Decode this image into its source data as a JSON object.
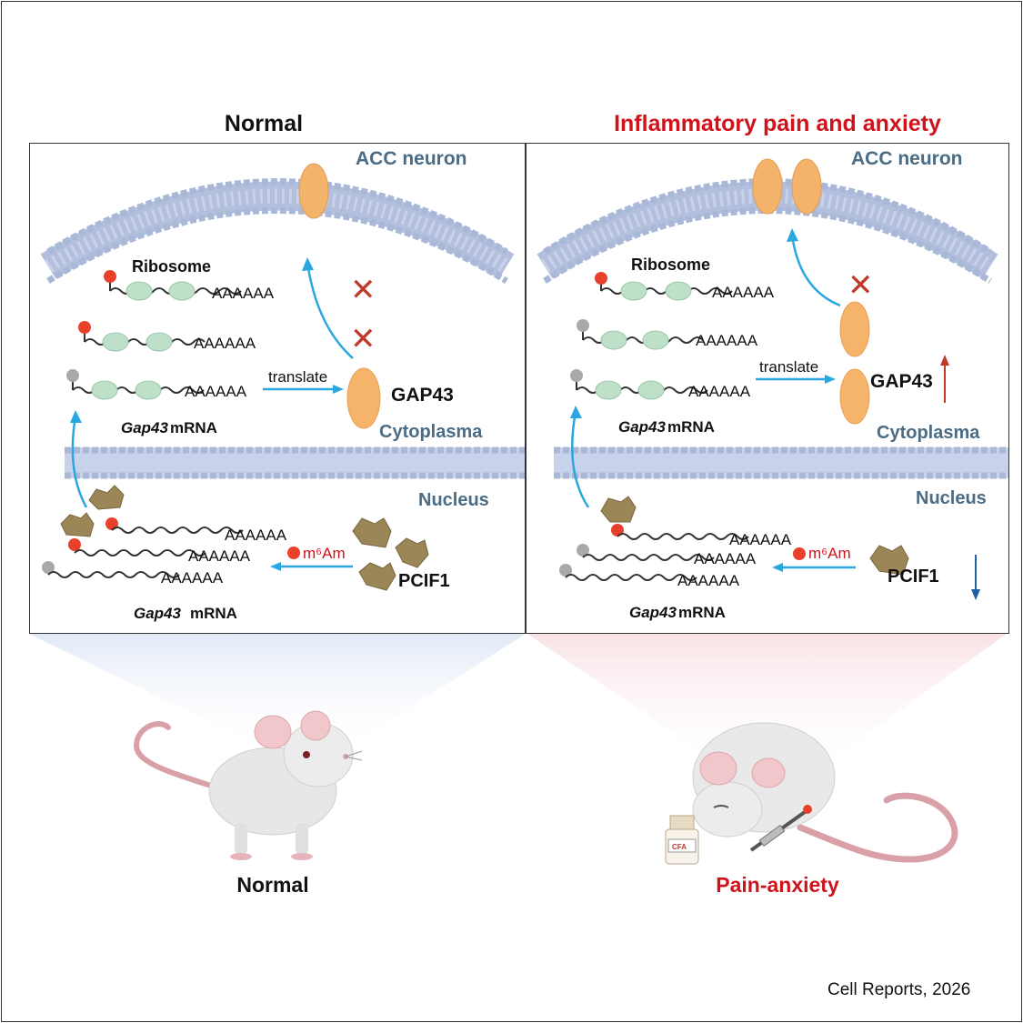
{
  "left": {
    "heading": "Normal",
    "acc": "ACC neuron",
    "ribosome": "Ribosome",
    "translate": "translate",
    "gap43": "GAP43",
    "gap43_mrna_italic": "Gap43",
    "mrna": " mRNA",
    "cytoplasma": "Cytoplasma",
    "nucleus": "Nucleus",
    "m6am": "m⁶Am",
    "pcif1": "PCIF1",
    "polyA": "AAAAAA",
    "caption": "Normal"
  },
  "right": {
    "heading": "Inflammatory pain and anxiety",
    "acc": "ACC neuron",
    "ribosome": "Ribosome",
    "translate": "translate",
    "gap43": "GAP43",
    "gap43_mrna_italic": "Gap43",
    "mrna": " mRNA",
    "cytoplasma": "Cytoplasma",
    "nucleus": "Nucleus",
    "m6am": "m⁶Am",
    "pcif1": "PCIF1",
    "polyA": "AAAAAA",
    "vial_label": "CFA",
    "caption": "Pain-anxiety"
  },
  "credit": "Cell Reports, 2026",
  "colors": {
    "red_title": "#d0121b",
    "label_blue": "#4a6c85",
    "arrow_blue": "#2aa6e0",
    "membrane": "#aab8d8",
    "cross": "#c0392b"
  }
}
